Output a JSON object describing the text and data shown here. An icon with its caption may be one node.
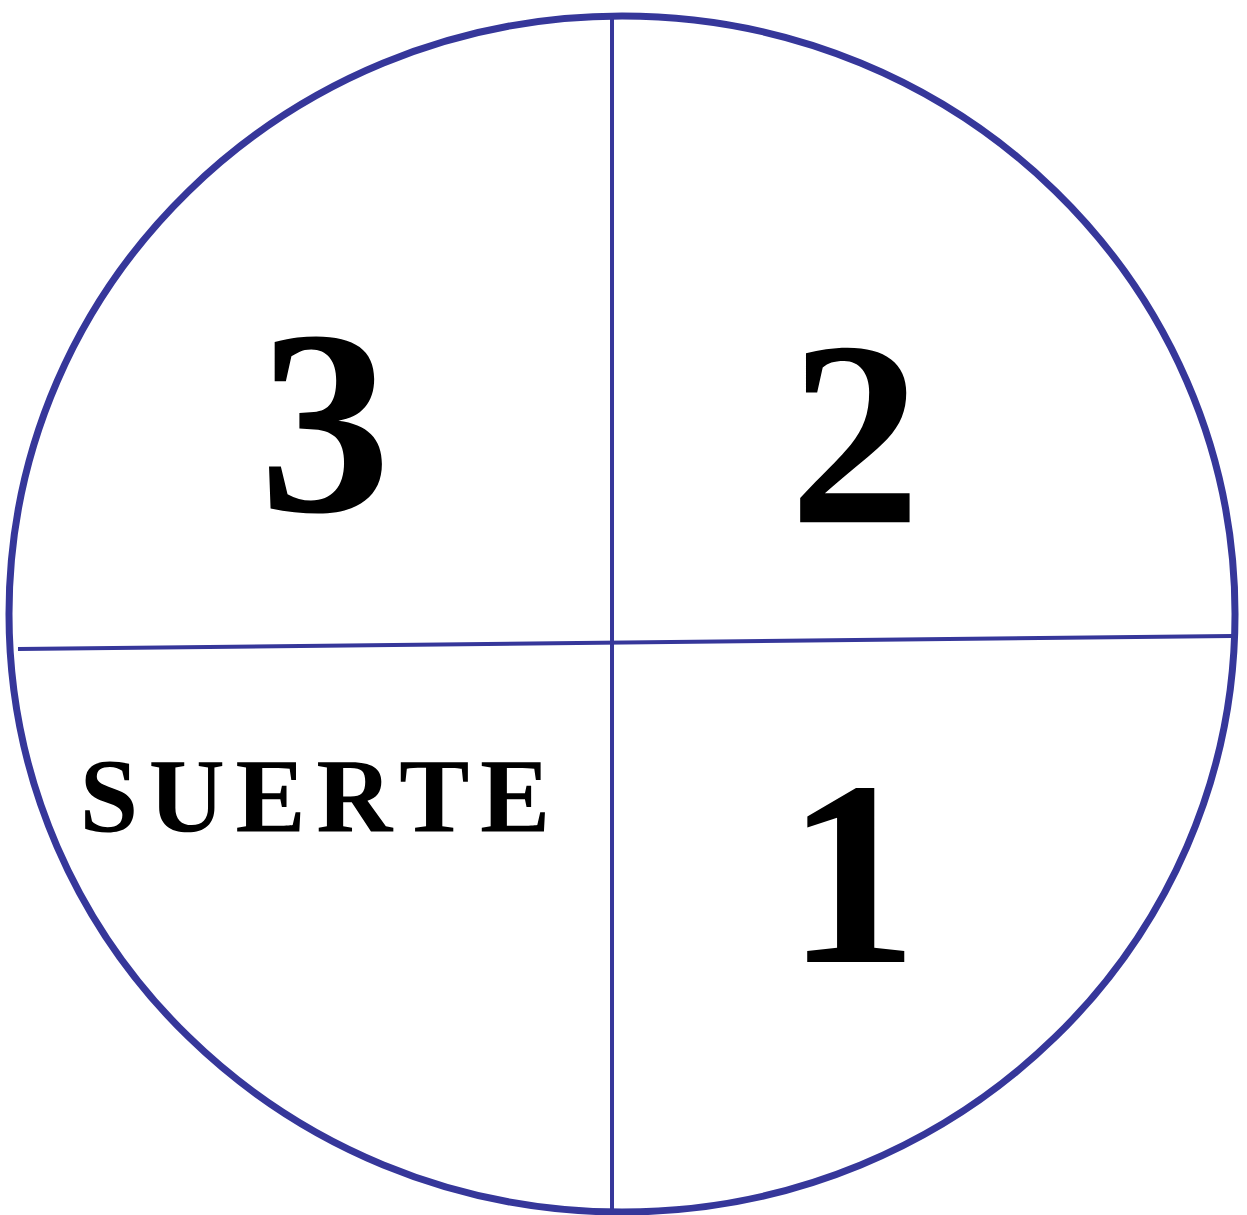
{
  "diagram": {
    "nodes": [
      {
        "text": [
          "3",
          "2",
          "SUERTE",
          "1"
        ]
      }
    ]
  }
}
